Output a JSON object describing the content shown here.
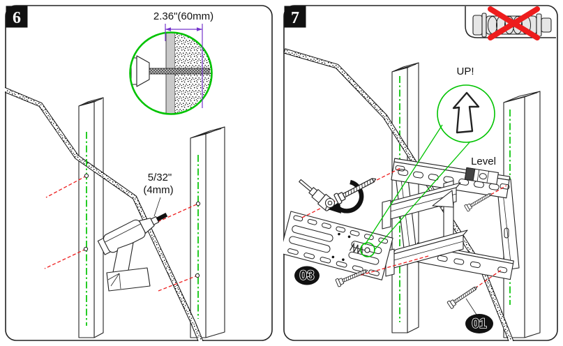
{
  "colors": {
    "accent_green": "#00c300",
    "warning_red": "#ed1c1c",
    "dimension_purple": "#7434cc",
    "line_black": "#222222",
    "drywall_gray": "#c9c9c9"
  },
  "icons": {
    "prohibited": "red-x-over-wall-anchor",
    "rotation": "counterclockwise-rotation-arrow",
    "orientation": "up-arrow-outline"
  },
  "panel6": {
    "step_number": "6",
    "detail_callout": {
      "dimension_label": "2.36\"(60mm)"
    },
    "pilot_hole_label": {
      "size_imperial": "5/32\"",
      "size_metric": "(4mm)"
    }
  },
  "panel7": {
    "step_number": "7",
    "orientation_label": "UP!",
    "level_label": "Level",
    "part_badges": {
      "wall_plate_assembly": "03",
      "lag_bolt": "01"
    }
  }
}
